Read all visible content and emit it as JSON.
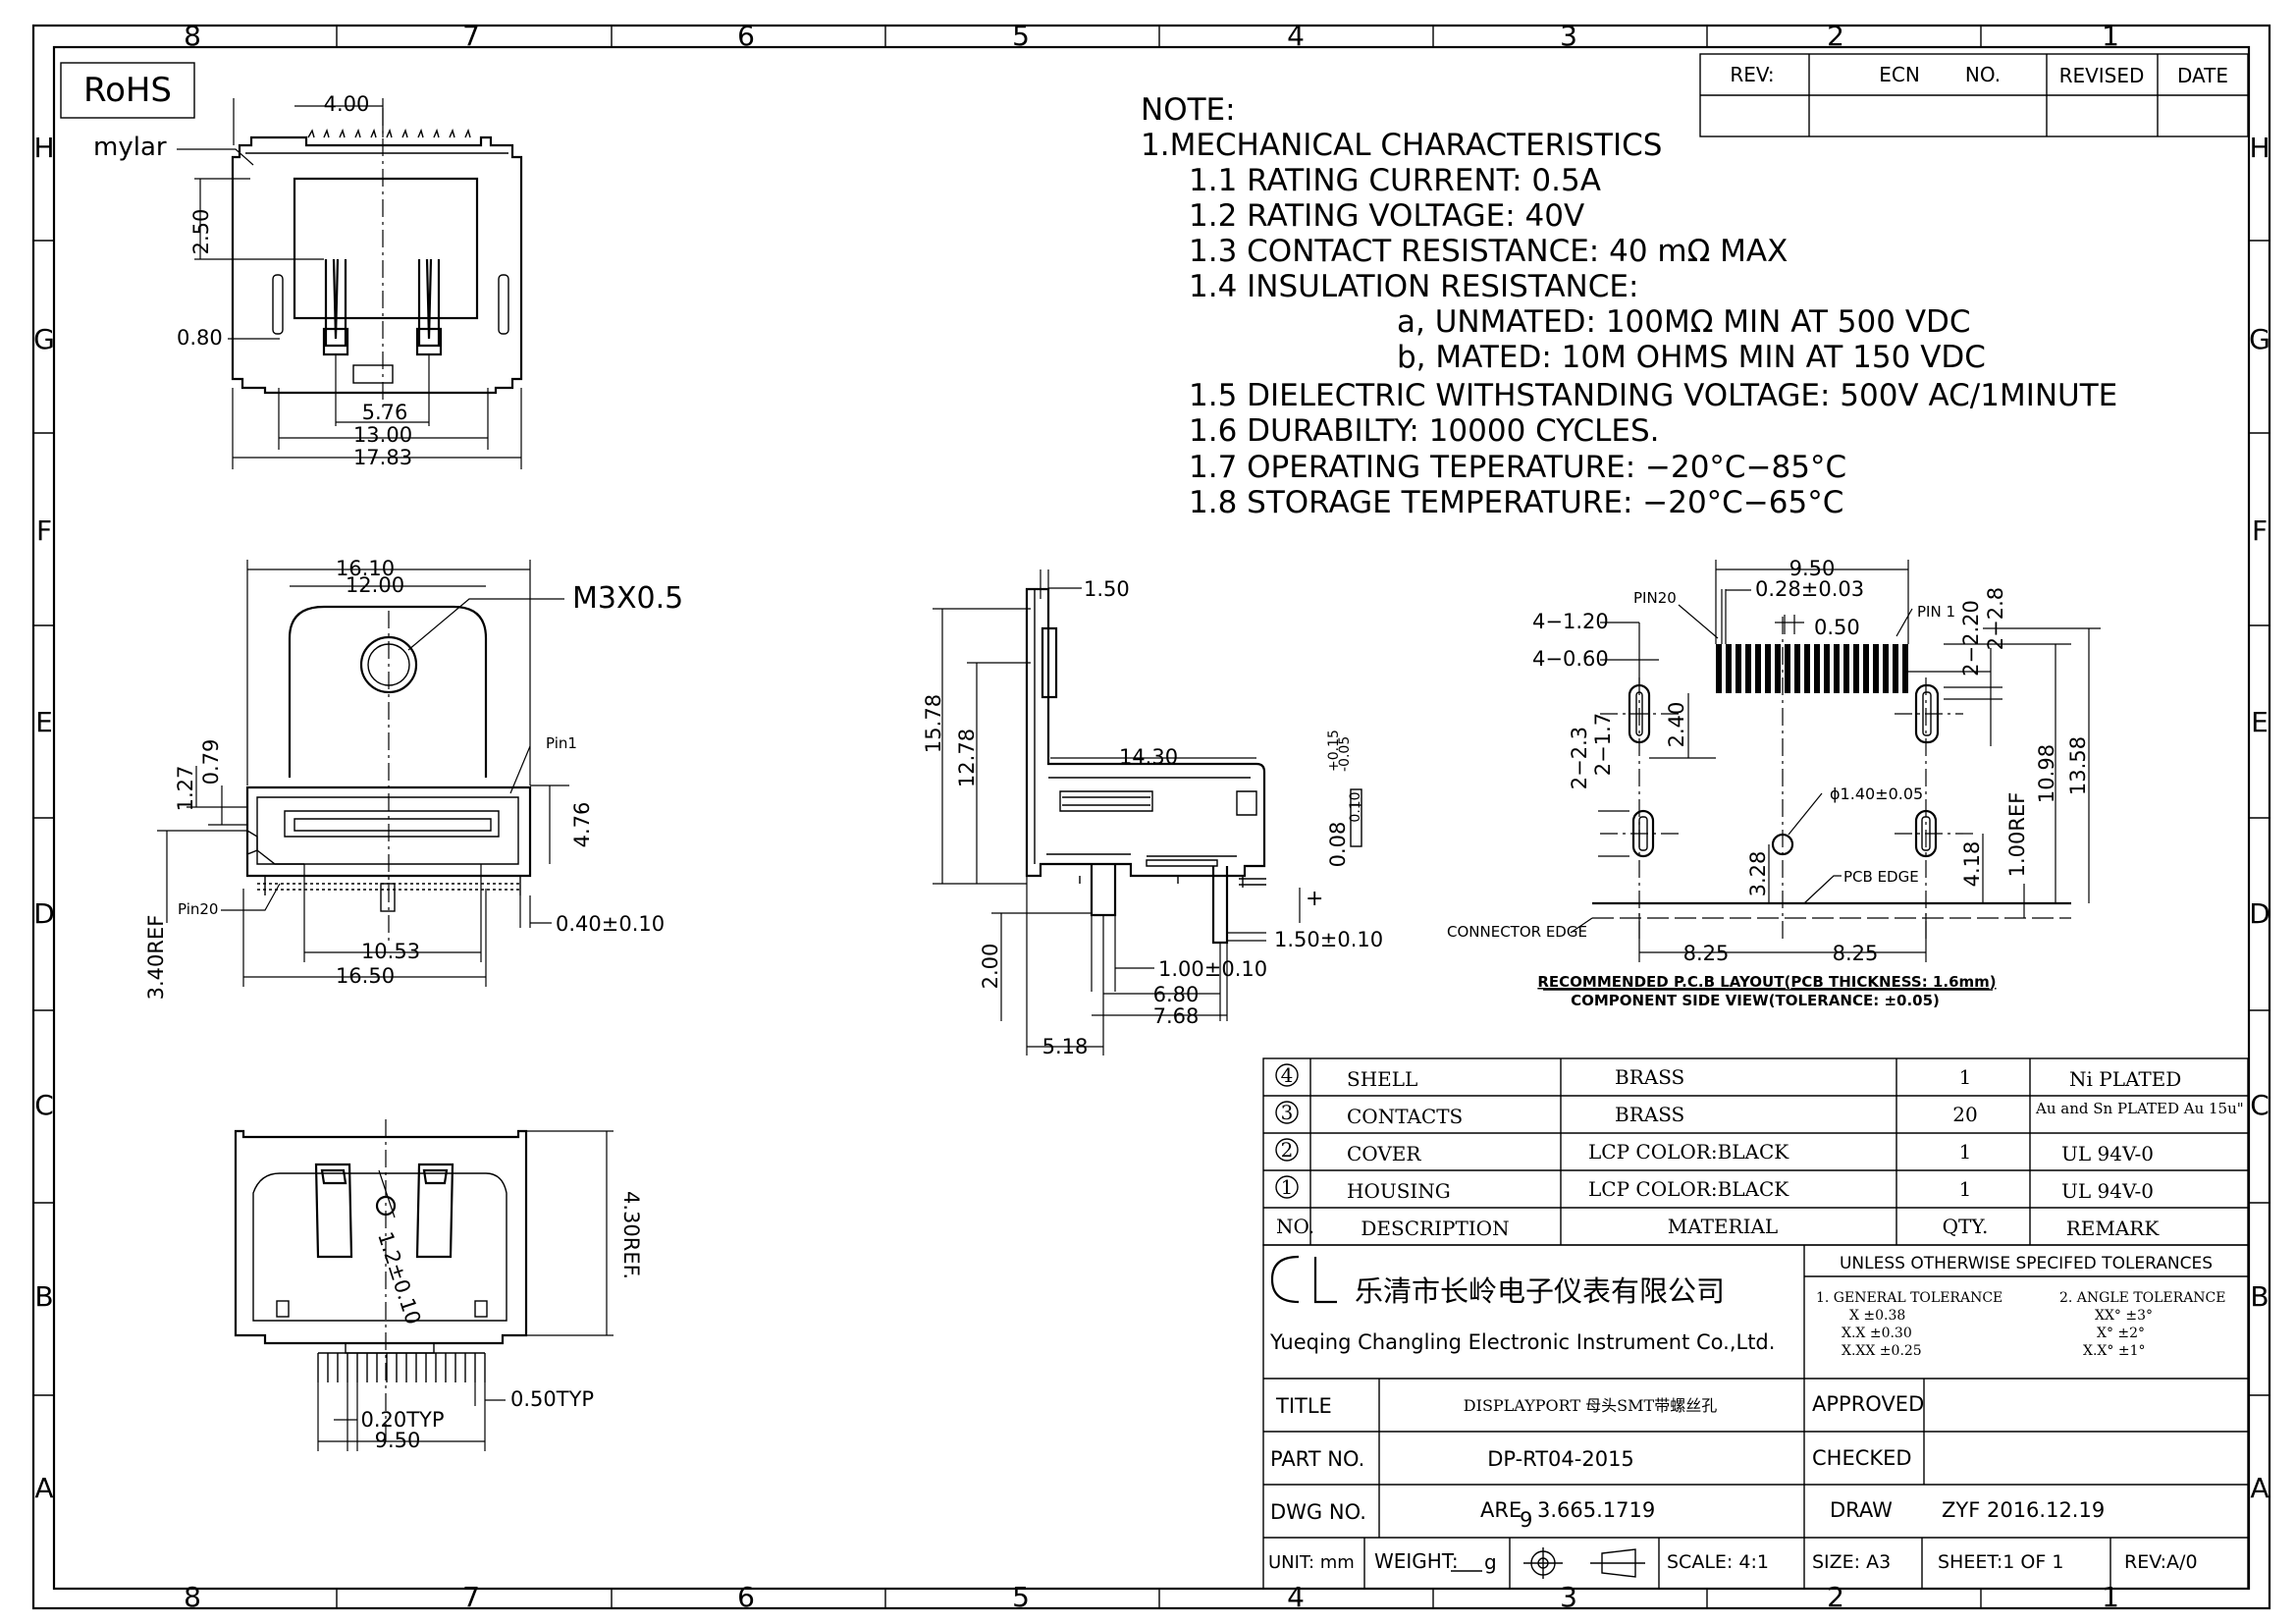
{
  "border": {
    "cols": [
      "8",
      "7",
      "6",
      "5",
      "4",
      "3",
      "2",
      "1"
    ],
    "rows": [
      "H",
      "G",
      "F",
      "E",
      "D",
      "C",
      "B",
      "A"
    ]
  },
  "rohs": "RoHS",
  "revision_table": {
    "rev": "REV:",
    "ecn": "ECN",
    "no": "NO.",
    "revised": "REVISED",
    "date": "DATE"
  },
  "notes": [
    "NOTE:",
    "1.MECHANICAL  CHARACTERISTICS",
    "1.1  RATING  CURRENT: 0.5A",
    "1.2  RATING  VOLTAGE: 40V",
    "1.3  CONTACT  RESISTANCE: 40  mΩ  MAX",
    "1.4  INSULATION  RESISTANCE:",
    "a,  UNMATED: 100MΩ  MIN  AT  500  VDC",
    "b,  MATED:     10M  OHMS  MIN  AT  150  VDC",
    "1.5  DIELECTRIC  WITHSTANDING  VOLTAGE: 500V  AC/1MINUTE",
    "1.6  DURABILTY: 10000  CYCLES.",
    "1.7  OPERATING  TEPERATURE: −20°C−85°C",
    "1.8  STORAGE  TEMPERATURE: −20°C−65°C"
  ],
  "top_view": {
    "mylar": "mylar",
    "d400": "4.00",
    "d250": "2.50",
    "d080": "0.80",
    "d576": "5.76",
    "d1300": "13.00",
    "d1783": "17.83"
  },
  "front_view": {
    "d1610": "16.10",
    "d1200": "12.00",
    "m3": "M3X0.5",
    "d127": "1.27",
    "d079": "0.79",
    "d476": "4.76",
    "d340": "3.40REF",
    "pin1": "Pin1",
    "pin20": "Pin20",
    "d1053": "10.53",
    "d1650": "16.50",
    "d040": "0.40±0.10"
  },
  "bottom_view": {
    "d12": "1.2±0.10",
    "d430": "4.30REF.",
    "d050": "0.50TYP",
    "d020": "0.20TYP",
    "d950": "9.50"
  },
  "side_view": {
    "d150": "1.50",
    "d1578": "15.78",
    "d1278": "12.78",
    "d1430": "14.30",
    "d015": "+0.15",
    "d005": "-0.05",
    "d008": "0.08",
    "d010": "0.10",
    "d150b": "1.50±0.10",
    "d100": "1.00±0.10",
    "d680": "6.80",
    "d768": "7.68",
    "d518": "5.18",
    "d200": "2.00"
  },
  "pcb_layout": {
    "d950": "9.50",
    "d028": "0.28±0.03",
    "pin20": "PIN20",
    "pin1": "PIN 1",
    "d4_120": "4−1.20",
    "d4_060": "4−0.60",
    "d050": "0.50",
    "d2_220": "2−2.20",
    "d2_28": "2−2.8",
    "d240": "2.40",
    "d2_23": "2−2.3",
    "d2_17": "2−1.7",
    "d1098": "10.98",
    "d1358": "13.58",
    "hole": "ϕ1.40±0.05",
    "d100ref": "1.00REF",
    "d418": "4.18",
    "d328": "3.28",
    "pcb_edge": "PCB EDGE",
    "conn_edge": "CONNECTOR EDGE",
    "d825a": "8.25",
    "d825b": "8.25",
    "caption1": "RECOMMENDED P.C.B LAYOUT(PCB THICKNESS: 1.6mm)",
    "caption2": "COMPONENT SIDE VIEW(TOLERANCE: ±0.05)"
  },
  "bom": {
    "rows": [
      {
        "no": "4",
        "desc": "SHELL",
        "material": "BRASS",
        "qty": "1",
        "remark": "Ni  PLATED"
      },
      {
        "no": "3",
        "desc": "CONTACTS",
        "material": "BRASS",
        "qty": "20",
        "remark": "Au and Sn  PLATED Au 15u\""
      },
      {
        "no": "2",
        "desc": "COVER",
        "material": "LCP   COLOR:BLACK",
        "qty": "1",
        "remark": "UL 94V-0"
      },
      {
        "no": "1",
        "desc": "HOUSING",
        "material": "LCP   COLOR:BLACK",
        "qty": "1",
        "remark": "UL 94V-0"
      }
    ],
    "header": {
      "no": "NO.",
      "desc": "DESCRIPTION",
      "material": "MATERIAL",
      "qty": "QTY.",
      "remark": "REMARK"
    }
  },
  "title_block": {
    "logo": "CL",
    "company_cn": "乐清市长岭电子仪表有限公司",
    "company_en": "Yueqing Changling Electronic Instrument Co.,Ltd.",
    "tol_title": "UNLESS OTHERWISE SPECIFED TOLERANCES",
    "gen_tol": "1. GENERAL TOLERANCE",
    "gen_x": "X    ±0.38",
    "gen_xx": "X.X    ±0.30",
    "gen_xxx": "X.XX   ±0.25",
    "ang_tol": "2. ANGLE TOLERANCE",
    "ang_x": "XX°   ±3°",
    "ang_xx": "X°    ±2°",
    "ang_xxx": "X.X°   ±1°",
    "title_label": "TITLE",
    "title_value": "DISPLAYPORT 母头SMT带螺丝孔",
    "approved": "APPROVED",
    "part_label": "PART NO.",
    "part_value": "DP-RT04-2015",
    "checked": "CHECKED",
    "dwg_label": "DWG NO.",
    "dwg_value": "ARE",
    "dwg_sub": "9",
    "dwg_num": "3.665.1719",
    "draw": "DRAW",
    "draw_value": "ZYF  2016.12.19",
    "unit": "UNIT: mm",
    "weight": "WEIGHT:",
    "weight_unit": "g",
    "scale": "SCALE: 4:1",
    "size": "SIZE: A3",
    "sheet": "SHEET:1  OF  1",
    "rev": "REV:A/0"
  }
}
